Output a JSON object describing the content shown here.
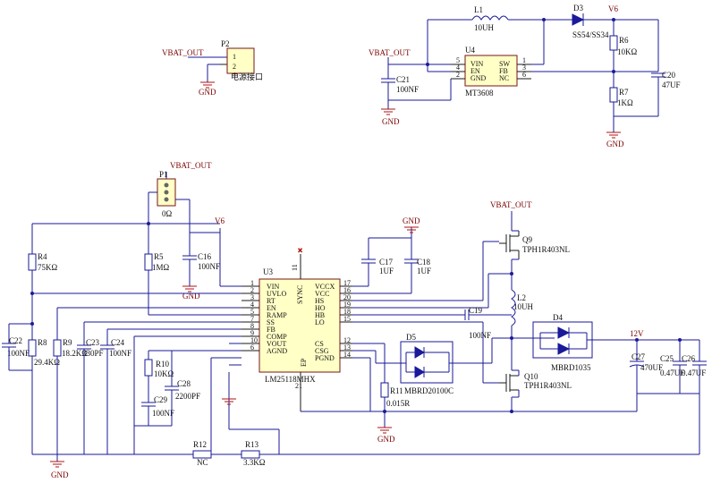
{
  "nets": {
    "vbat_out": "VBAT_OUT",
    "gnd": "GND",
    "v6": "V6",
    "v12": "12V"
  },
  "p2": {
    "ref": "P2",
    "pin1": "1",
    "pin2": "2",
    "value": "电源接口"
  },
  "u4": {
    "ref": "U4",
    "name": "MT3608",
    "left_pins": [
      {
        "num": "5",
        "name": "VIN"
      },
      {
        "num": "4",
        "name": "EN"
      },
      {
        "num": "2",
        "name": "GND"
      }
    ],
    "right_pins": [
      {
        "num": "1",
        "name": "SW"
      },
      {
        "num": "3",
        "name": "FB"
      },
      {
        "num": "6",
        "name": "NC"
      }
    ]
  },
  "u3": {
    "ref": "U3",
    "name": "LM25118MHX",
    "left_pins": [
      {
        "num": "1",
        "name": "VIN"
      },
      {
        "num": "2",
        "name": "UVLO"
      },
      {
        "num": "3",
        "name": "RT"
      },
      {
        "num": "4",
        "name": "EN"
      },
      {
        "num": "5",
        "name": "RAMP"
      },
      {
        "num": "7",
        "name": "SS"
      },
      {
        "num": "8",
        "name": "FB"
      },
      {
        "num": "9",
        "name": "COMP"
      },
      {
        "num": "10",
        "name": "VOUT"
      },
      {
        "num": "6",
        "name": "AGND"
      }
    ],
    "right_pins": [
      {
        "num": "17",
        "name": "VCCX"
      },
      {
        "num": "16",
        "name": "VCC"
      },
      {
        "num": "20",
        "name": "HS"
      },
      {
        "num": "19",
        "name": "HO"
      },
      {
        "num": "18",
        "name": "HB"
      },
      {
        "num": "15",
        "name": "LO"
      },
      {
        "num": "12",
        "name": "CS"
      },
      {
        "num": "13",
        "name": "CSG"
      },
      {
        "num": "14",
        "name": "PGND"
      }
    ],
    "top_pin": {
      "num": "11",
      "name": "SYNC"
    },
    "bottom_pin": {
      "num": "21",
      "name": "EP"
    }
  },
  "components": {
    "l1": {
      "ref": "L1",
      "value": "10UH"
    },
    "d3": {
      "ref": "D3",
      "value": "SS54/SS34"
    },
    "r6": {
      "ref": "R6",
      "value": "10KΩ"
    },
    "r7": {
      "ref": "R7",
      "value": "1KΩ"
    },
    "c20": {
      "ref": "C20",
      "value": "47UF"
    },
    "c21": {
      "ref": "C21",
      "value": "100NF"
    },
    "p1": {
      "ref": "P1",
      "value": "0Ω"
    },
    "c16": {
      "ref": "C16",
      "value": "100NF"
    },
    "r4": {
      "ref": "R4",
      "value": "75KΩ"
    },
    "r5": {
      "ref": "R5",
      "value": "1MΩ"
    },
    "c17": {
      "ref": "C17",
      "value": "1UF"
    },
    "c18": {
      "ref": "C18",
      "value": "1UF"
    },
    "c22": {
      "ref": "C22",
      "value": "100NF"
    },
    "r8": {
      "ref": "R8",
      "value": "29.4KΩ"
    },
    "r9": {
      "ref": "R9",
      "value": "18.2KΩ"
    },
    "c23": {
      "ref": "C23",
      "value": "330PF"
    },
    "c24": {
      "ref": "C24",
      "value": "100NF"
    },
    "r10": {
      "ref": "R10",
      "value": "10KΩ"
    },
    "c28": {
      "ref": "C28",
      "value": "2200PF"
    },
    "c29": {
      "ref": "C29",
      "value": "100NF"
    },
    "r12": {
      "ref": "R12",
      "value": "NC"
    },
    "r13": {
      "ref": "R13",
      "value": "3.3KΩ"
    },
    "q9": {
      "ref": "Q9",
      "value": "TPH1R403NL"
    },
    "q10": {
      "ref": "Q10",
      "value": "TPH1R403NL"
    },
    "l2": {
      "ref": "L2",
      "value": "10UH"
    },
    "c19": {
      "ref": "C19",
      "value": "100NF"
    },
    "d5": {
      "ref": "D5",
      "value": "MBRD20100C"
    },
    "r11": {
      "ref": "R11",
      "value": "0.015R"
    },
    "d4": {
      "ref": "D4",
      "value": "MBRD1035"
    },
    "c27": {
      "ref": "C27",
      "value": "470UF"
    },
    "c25": {
      "ref": "C25",
      "value": "0.47UF"
    },
    "c26": {
      "ref": "C26",
      "value": "0.47UF"
    }
  }
}
